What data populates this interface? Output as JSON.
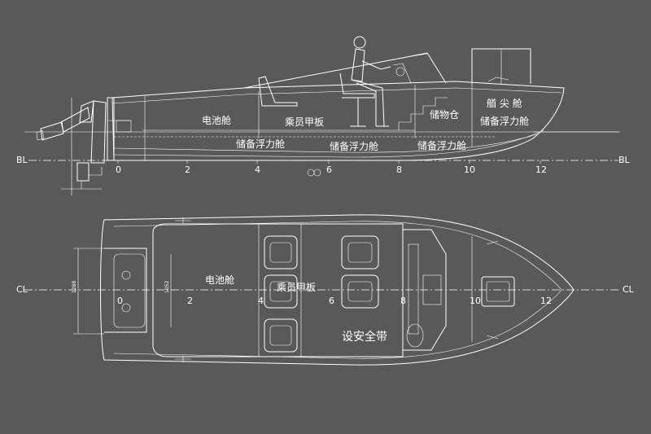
{
  "colors": {
    "background": "#59595b",
    "line": "#ffffff"
  },
  "side_view": {
    "compartments": {
      "battery": "电池舱",
      "crew_deck": "乘员甲板",
      "storage": "储物仓",
      "bow": "艏 尖 舱",
      "reserve_bow": "储备浮力舱",
      "reserve_1": "储备浮力舱",
      "reserve_2": "储备浮力舱",
      "reserve_3": "储备浮力舱"
    },
    "baseline_left": "BL",
    "baseline_right": "BL",
    "ticks": [
      "0",
      "2",
      "4",
      "6",
      "8",
      "10",
      "12"
    ]
  },
  "plan_view": {
    "compartments": {
      "battery": "电池舱",
      "crew_deck": "乘员甲板",
      "seatbelts": "设安全带"
    },
    "centerline_left": "CL",
    "centerline_right": "CL",
    "ticks": [
      "0",
      "2",
      "4",
      "6",
      "8",
      "10",
      "12"
    ],
    "dimensions": {
      "beam_outer": "1288",
      "beam_inner": "1052"
    }
  }
}
